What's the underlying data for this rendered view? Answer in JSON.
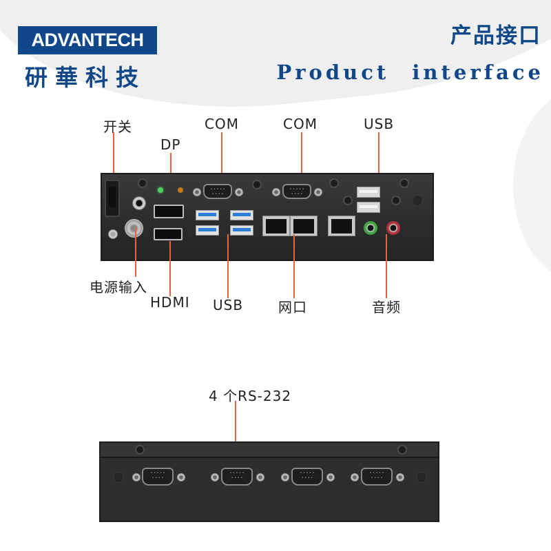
{
  "header": {
    "logo_text": "ADVANTECH",
    "logo_cn": "研華科技",
    "title_cn": "产品接口",
    "title_en": "Product interface"
  },
  "colors": {
    "brand_blue": "#0f4789",
    "leader_line": "#e8623a",
    "device_body": "#2c2d2f",
    "usb3_blue": "#2b7fd6"
  },
  "front_panel": {
    "labels_top": [
      {
        "id": "switch",
        "text": "开关"
      },
      {
        "id": "dp",
        "text": "DP"
      },
      {
        "id": "com1",
        "text": "COM"
      },
      {
        "id": "com2",
        "text": "COM"
      },
      {
        "id": "usb_top",
        "text": "USB"
      }
    ],
    "labels_bottom": [
      {
        "id": "power_input",
        "text": "电源输入"
      },
      {
        "id": "hdmi",
        "text": "HDMI"
      },
      {
        "id": "usb_bottom",
        "text": "USB"
      },
      {
        "id": "lan",
        "text": "网口"
      },
      {
        "id": "audio",
        "text": "音频"
      }
    ]
  },
  "rear_panel": {
    "label": "4 个RS-232",
    "port_count": 4
  }
}
